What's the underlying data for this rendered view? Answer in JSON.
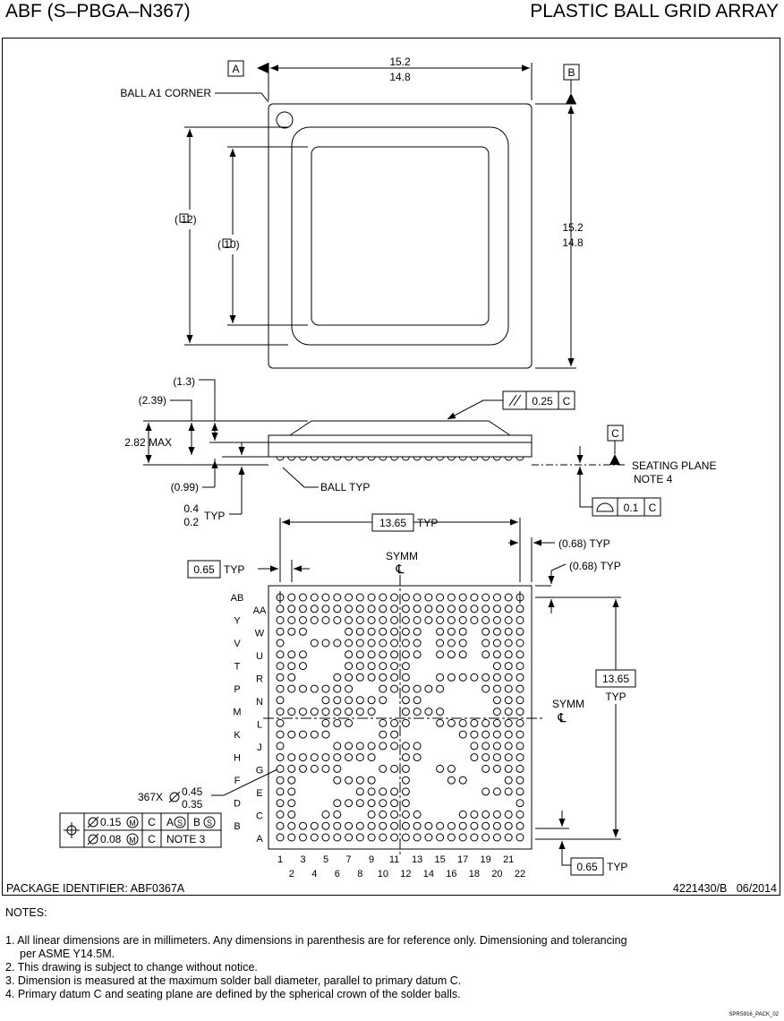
{
  "header": {
    "left_title": "ABF (S–PBGA–N367)",
    "right_title": "PLASTIC BALL GRID ARRAY"
  },
  "top_view": {
    "datum_a": "A",
    "datum_b": "B",
    "width_max": "15.2",
    "width_min": "14.8",
    "height_max": "15.2",
    "height_min": "14.8",
    "ball_a1_corner": "BALL A1 CORNER",
    "outer_square": "( 12)",
    "inner_square": "( 10)"
  },
  "side_view": {
    "dim_1_3": "(1.3)",
    "dim_2_39": "(2.39)",
    "dim_2_82": "2.82 MAX",
    "dim_0_99": "(0.99)",
    "ball_h_max": "0.4",
    "ball_h_min": "0.2",
    "typ": "TYP",
    "ball_typ": "BALL TYP",
    "parallel_tol": "0.25",
    "parallel_datum": "C",
    "datum_c": "C",
    "seating_plane": "SEATING PLANE",
    "note4": "NOTE 4",
    "flat_tol": "0.1",
    "flat_datum": "C"
  },
  "bottom_view": {
    "span_x": "13.65",
    "span_y": "13.65",
    "typ": "TYP",
    "edge_x": "(0.68) TYP",
    "edge_y": "(0.68) TYP",
    "pitch_top": "0.65",
    "pitch_bottom": "0.65",
    "symm": "SYMM",
    "centerline": "℄",
    "ball_count": "367X",
    "dia_max": "0.45",
    "dia_min": "0.35",
    "pos_tol_1": "0.15",
    "pos_tol_2": "0.08",
    "datum_c": "C",
    "datum_a": "A",
    "datum_b": "B",
    "note3": "NOTE 3",
    "rows_left": [
      "AB",
      "Y",
      "V",
      "T",
      "P",
      "M",
      "K",
      "H",
      "F",
      "D",
      "B"
    ],
    "rows_right": [
      "AA",
      "W",
      "U",
      "R",
      "N",
      "L",
      "J",
      "G",
      "E",
      "C",
      "A"
    ],
    "cols_odd": [
      "1",
      "3",
      "5",
      "7",
      "9",
      "11",
      "13",
      "15",
      "17",
      "19",
      "21"
    ],
    "cols_even": [
      "2",
      "4",
      "6",
      "8",
      "10",
      "12",
      "14",
      "16",
      "18",
      "20",
      "22"
    ]
  },
  "footer": {
    "package_id": "PACKAGE IDENTIFIER: ABF0367A",
    "doc_rev": "4221430/B   06/2014",
    "sprs": "SPRS916_PACK_02"
  },
  "notes": {
    "heading": "NOTES:",
    "n1a": "1. All linear dimensions are in millimeters. Any dimensions in parenthesis are for reference only. Dimensioning and tolerancing",
    "n1b": "per ASME Y14.5M.",
    "n2": "2. This drawing is subject to change without notice.",
    "n3": "3. Dimension is measured at the maximum solder ball diameter, parallel to primary datum C.",
    "n4": "4. Primary datum C and seating plane are defined by the spherical crown of the solder balls."
  }
}
